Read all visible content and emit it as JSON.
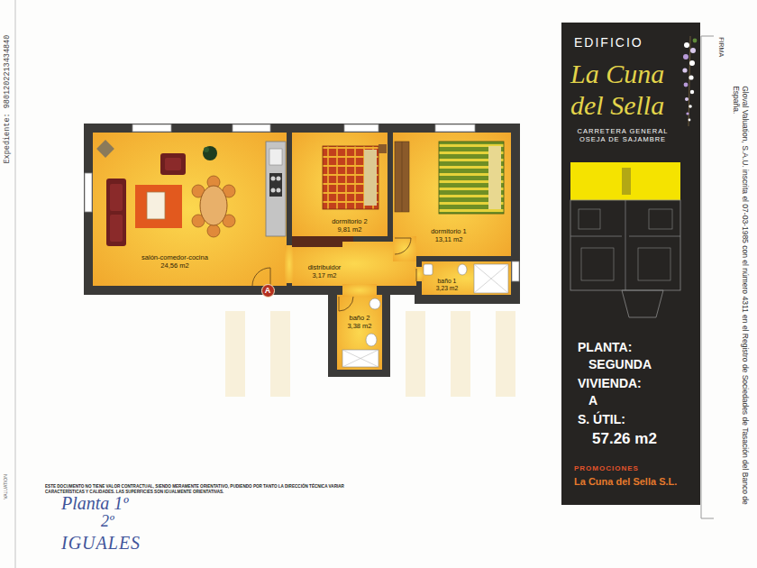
{
  "diagram": {
    "nodes": [
      {
        "text": [
          "salón-comedor-cocina",
          "24,56 m2"
        ]
      },
      {
        "text": [
          "dormitorio 2",
          "9,81 m2"
        ]
      },
      {
        "text": [
          "dormitorio 1",
          "13,11 m2"
        ]
      },
      {
        "text": [
          "distribuidor",
          "3,17 m2"
        ]
      },
      {
        "text": [
          "baño 1",
          "3,23 m2"
        ]
      },
      {
        "text": [
          "baño 2",
          "3,38 m2"
        ]
      },
      {
        "text": [
          "A"
        ]
      },
      {
        "text": [
          "EDIFICIO",
          "La Cuna del Sella",
          "CARRETERA GENERAL OSEJA DE SAJAMBRE",
          "PLANTA:",
          "SEGUNDA",
          "VIVIENDA:",
          "A",
          "S. ÚTIL:",
          "57.26 m2",
          "PROMOCIONES",
          "La Cuna del Sella S.L."
        ]
      }
    ],
    "labels": [
      "Expediente: 9801202213434840",
      "VALUATION",
      "ESTE DOCUMENTO NO TIENE VALOR CONTRACTUAL, SIENDO MERAMENTE ORIENTATIVO, PUDIENDO POR TANTO LA DIRECCIÓN TÉCNICA VARIAR CARACTERÍSTICAS Y CALIDADES. LAS SUPERFICIES SON IGUALMENTE ORIENTATIVAS.",
      "Planta 1º",
      "2º",
      "IGUALES",
      "FIRMA",
      "Gloval Valuation, S.A.U. inscrita el 07-03-1985 con el número 4311 en el Registro de Sociedades de Tasación del Banco de España."
    ]
  }
}
